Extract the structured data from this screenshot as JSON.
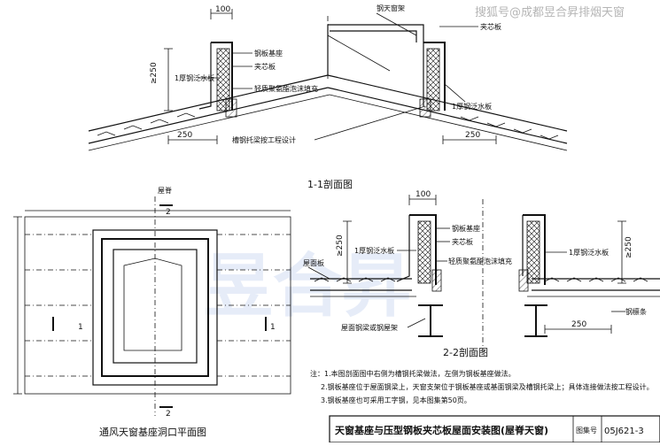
{
  "watermark": {
    "corner_text": "搜狐号@成都昱合昇排烟天窗",
    "logo_text": "昱合昇"
  },
  "section_1_1": {
    "title": "1-1剖面图",
    "dim_top": "100",
    "dim_height": "≥250",
    "dim_bottom": "250",
    "dim_bottom_right": "250",
    "labels": {
      "steel_frame": "钢天窗架",
      "core_board": "夹芯板",
      "base_seat": "钢板基座",
      "core_board_left": "夹芯板",
      "flashing": "1厚钢泛水板",
      "flashing_right": "1厚钢泛水板",
      "foam": "轻质聚氨酯泡沫填充",
      "purlin_note": "槽钢托梁按工程设计"
    }
  },
  "plan": {
    "title": "通风天窗基座洞口平面图",
    "ridge": "屋脊",
    "sec_top": "2",
    "sec_bottom": "2",
    "mark_left": "1",
    "mark_right": "1"
  },
  "section_2_2": {
    "title": "2-2剖面图",
    "dim_top": "100",
    "dim_height": "≥250",
    "dim_height_right": "≥250",
    "dim_bottom": "250",
    "labels": {
      "base_seat": "钢板基座",
      "core_board": "夹芯板",
      "flashing": "1厚钢泛水板",
      "flashing_right": "1厚钢泛水板",
      "foam": "轻质聚氨酯泡沫填充",
      "roof_panel": "屋面板",
      "roof_beam": "屋面钢梁或钢屋架",
      "steel_strip": "钢檩条"
    }
  },
  "notes": {
    "items": [
      "注：1.本图剖面图中右侧为槽钢托梁做法，左侧为钢板基座做法。",
      "2.钢板基座位于屋面钢梁上，天窗支架位于钢板基座或基面钢梁及槽钢托梁上；具体连接做法按工程设计。",
      "3.钢板基座也可采用工字钢，见本图集第50页。"
    ]
  },
  "title_block": {
    "title": "天窗基座与压型钢板夹芯板屋面安装图(屋脊天窗)",
    "atlas_label": "图集号",
    "atlas_no": "05J621-3"
  }
}
